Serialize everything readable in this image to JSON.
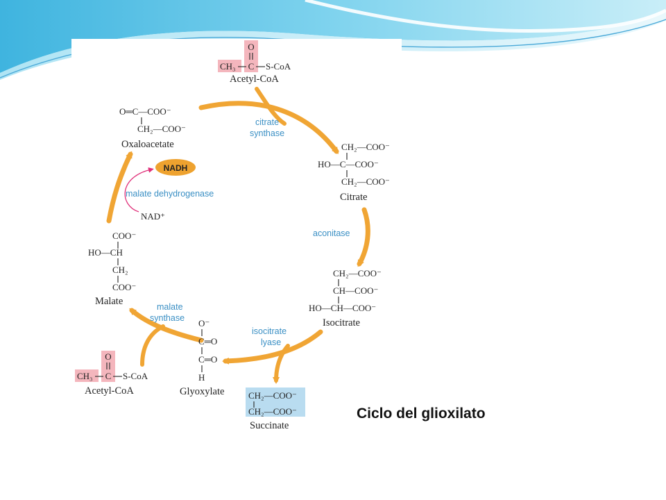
{
  "caption": "Ciclo del glioxilato",
  "colors": {
    "arrow": "#f0a534",
    "enzyme_text": "#3a8fc4",
    "highlight_pink": "#f4b6bd",
    "highlight_blue": "#b9dcf0",
    "nadh_fill": "#eea22f",
    "nad_arrow": "#e0307a"
  },
  "names": {
    "acetyl_coa_top": "Acetyl-CoA",
    "citrate": "Citrate",
    "isocitrate": "Isocitrate",
    "succinate": "Succinate",
    "glyoxylate": "Glyoxylate",
    "acetyl_coa_bottom": "Acetyl-CoA",
    "malate": "Malate",
    "oxaloacetate": "Oxaloacetate"
  },
  "enzymes": {
    "citrate_synthase_1": "citrate",
    "citrate_synthase_2": "synthase",
    "aconitase": "aconitase",
    "isocitrate_lyase_1": "isocitrate",
    "isocitrate_lyase_2": "lyase",
    "malate_synthase_1": "malate",
    "malate_synthase_2": "synthase",
    "malate_dehydrogenase": "malate dehydrogenase"
  },
  "cofactors": {
    "nadh": "NADH",
    "nad": "NAD⁺"
  },
  "formulas": {
    "acoa_o": "O",
    "acoa_ch3": "CH₃",
    "acoa_c": "C",
    "acoa_scoa": "S-CoA",
    "cit_r1": "CH₂—COO⁻",
    "cit_r2": "HO—C—COO⁻",
    "cit_r3": "CH₂—COO⁻",
    "iso_r1": "CH₂—COO⁻",
    "iso_r2": "CH—COO⁻",
    "iso_r3": "HO—CH—COO⁻",
    "suc_r1": "CH₂—COO⁻",
    "suc_r2": "CH₂—COO⁻",
    "gly_o": "O⁻",
    "gly_c1": "C═O",
    "gly_c2": "C═O",
    "gly_h": "H",
    "mal_r1": "COO⁻",
    "mal_r2": "HO—CH",
    "mal_r3": "CH₂",
    "mal_r4": "COO⁻",
    "oaa_r1": "O═C—COO⁻",
    "oaa_r2": "CH₂—COO⁻"
  }
}
